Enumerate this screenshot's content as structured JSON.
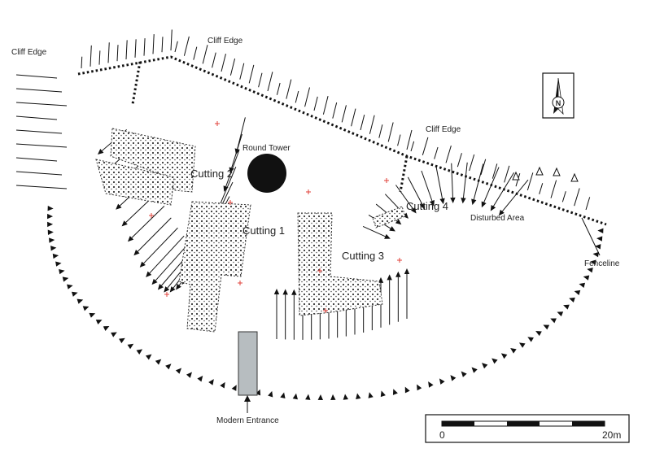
{
  "labels": {
    "cliff_edge_left": "Cliff Edge",
    "cliff_edge_top": "Cliff Edge",
    "cliff_edge_right": "Cliff Edge",
    "round_tower": "Round Tower",
    "cutting_1": "Cutting 1",
    "cutting_2": "Cutting 2",
    "cutting_3": "Cutting 3",
    "cutting_4": "Cutting 4",
    "disturbed_area": "Disturbed Area",
    "fenceline": "Fenceline",
    "modern_entrance": "Modern Entrance"
  },
  "north_arrow": {
    "letter": "N",
    "icon": "north-arrow-icon"
  },
  "scale_bar": {
    "start": "0",
    "end": "20m",
    "segments": 5
  },
  "colors": {
    "ink": "#111111",
    "tower": "#111111",
    "entrance_fill": "#b7bdc0",
    "survey_marker": "#e0403a",
    "excavation_fill": "#d8d8d8"
  }
}
